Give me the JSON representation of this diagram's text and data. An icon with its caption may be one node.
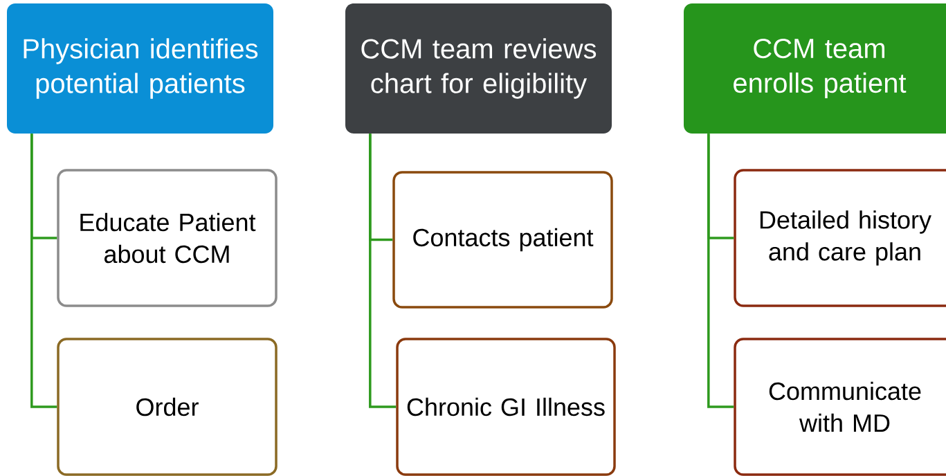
{
  "diagram": {
    "nodes": [
      {
        "text": [
          "Physician identifies potential patients"
        ]
      },
      {
        "text": [
          "Educate Patient about CCM"
        ]
      },
      {
        "text": [
          "Order"
        ]
      },
      {
        "text": [
          "CCM team reviews chart for eligibility"
        ]
      },
      {
        "text": [
          "Contacts patient"
        ]
      },
      {
        "text": [
          "Chronic GI Illness"
        ]
      },
      {
        "text": [
          "CCM team enrolls patient"
        ]
      },
      {
        "text": [
          "Detailed history and care plan"
        ]
      },
      {
        "text": [
          "Communicate with MD"
        ]
      }
    ],
    "edges": [
      {
        "from": 0,
        "to": 1,
        "arrow": "none"
      },
      {
        "from": 0,
        "to": 2,
        "arrow": "none"
      },
      {
        "from": 3,
        "to": 4,
        "arrow": "none"
      },
      {
        "from": 3,
        "to": 5,
        "arrow": "none"
      },
      {
        "from": 6,
        "to": 7,
        "arrow": "none"
      },
      {
        "from": 6,
        "to": 8,
        "arrow": "none"
      }
    ]
  }
}
